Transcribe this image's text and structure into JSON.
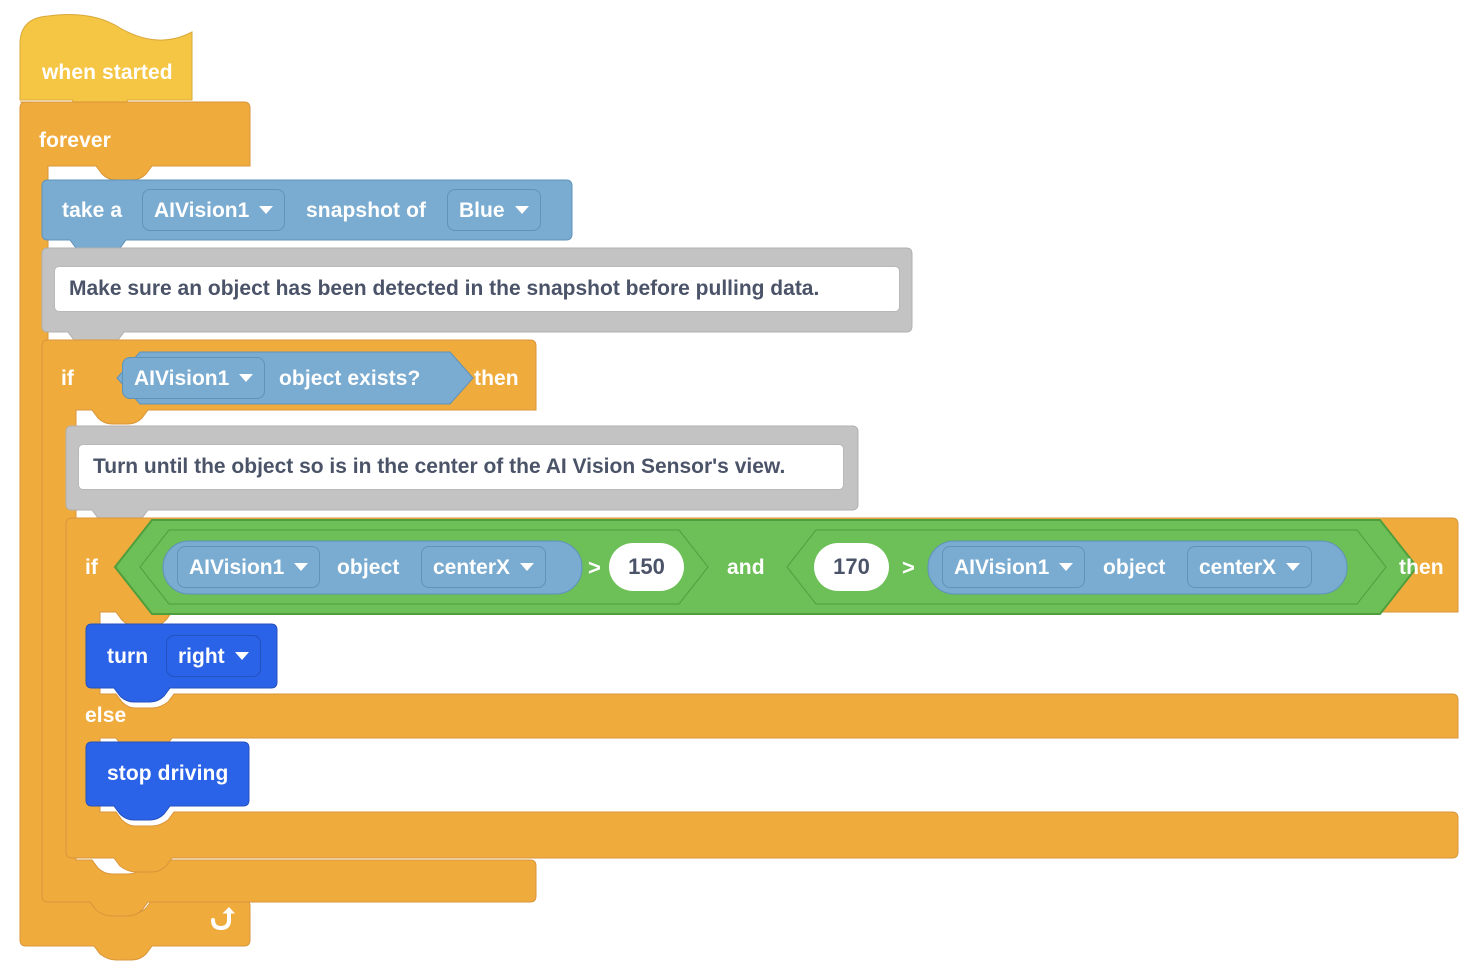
{
  "app": {
    "canvas_background": "#ffffff",
    "palette": {
      "event_yellow": "#f5c544",
      "control_orange": "#f0ab3d",
      "control_orange_light": "#f2b04a",
      "sensing_blue": "#7aabd0",
      "operator_green": "#6dbf57",
      "motion_blue": "#2a63e8",
      "comment_gray": "#c3c3c3",
      "comment_text": "#4a5368"
    }
  },
  "program": {
    "hat": {
      "label": "when started",
      "kind": "event-hat"
    },
    "forever": {
      "label": "forever",
      "kind": "control-loop",
      "loop_icon": "loop-arrow-icon"
    },
    "snapshot_block": {
      "kind": "sensing-stack",
      "prefix": "take a",
      "device": "AIVision1",
      "middle": "snapshot of",
      "signature": "Blue"
    },
    "comment_1": {
      "kind": "comment",
      "text": "Make sure an object has been detected in the snapshot before pulling data."
    },
    "if_exists": {
      "kind": "control-if",
      "if_label": "if",
      "then_label": "then",
      "condition": {
        "kind": "sensing-boolean",
        "device": "AIVision1",
        "text": "object exists?"
      }
    },
    "comment_2": {
      "kind": "comment",
      "text": "Turn until the object so is in the center of the AI Vision Sensor's view."
    },
    "if_else_center": {
      "kind": "control-if-else",
      "if_label": "if",
      "then_label": "then",
      "else_label": "else",
      "condition": {
        "kind": "operator-and",
        "operator": "and",
        "left": {
          "kind": "operator-greater-than",
          "comparator": ">",
          "left_reporter": {
            "device": "AIVision1",
            "word": "object",
            "property": "centerX"
          },
          "right_value": "150"
        },
        "right": {
          "kind": "operator-greater-than",
          "comparator": ">",
          "left_value": "170",
          "right_reporter": {
            "device": "AIVision1",
            "word": "object",
            "property": "centerX"
          }
        }
      },
      "then_branch": [
        {
          "kind": "motion-stack",
          "label": "turn",
          "direction": "right"
        }
      ],
      "else_branch": [
        {
          "kind": "motion-stack",
          "label": "stop driving"
        }
      ]
    }
  }
}
